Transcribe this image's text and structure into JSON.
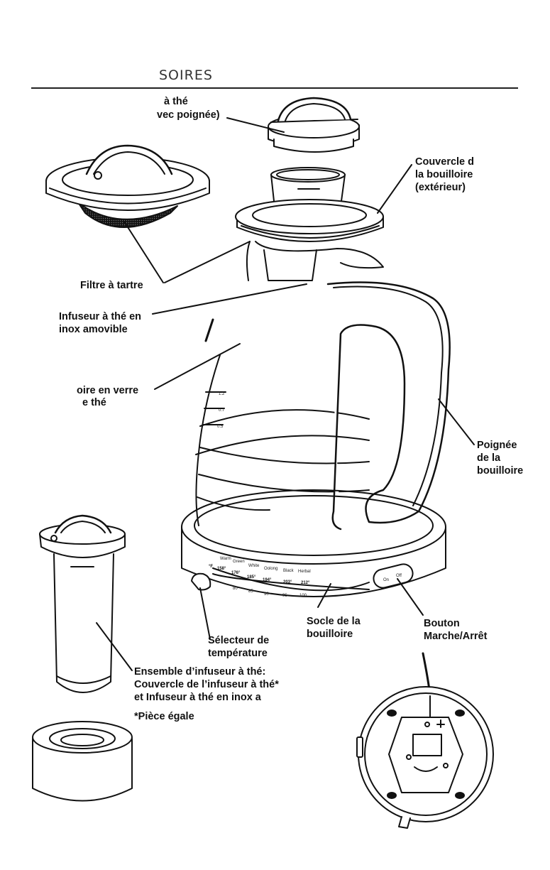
{
  "page": {
    "heading": "SOIRES"
  },
  "labels": {
    "tea_lid_1": "à thé",
    "tea_lid_2": "vec poignée)",
    "kettle_lid_1": "Couvercle d",
    "kettle_lid_2": "la bouilloire",
    "kettle_lid_3": "(extérieur)",
    "scale_filter": "Filtre à tartre",
    "infuser_1": "Infuseur à thé en",
    "infuser_2": "inox amovible",
    "glass_1": "oire en verre",
    "glass_2": "e thé",
    "handle_1": "Poignée",
    "handle_2": "de la",
    "handle_3": "bouilloire",
    "selector_1": "Sélecteur de",
    "selector_2": "température",
    "base_1": "Socle de la",
    "base_2": "bouilloire",
    "onoff_1": "Bouton",
    "onoff_2": "Marche/Arrêt",
    "assembly_1": "Ensemble d’infuseur à thé:",
    "assembly_2": "Couvercle de l’infuseur à thé*",
    "assembly_3": "et Infuseur à thé en inox a",
    "assembly_note": "*Pièce égale"
  },
  "dial": {
    "unit": "°F",
    "presets": [
      "Warm",
      "Green",
      "White",
      "Oolong",
      "Black",
      "Herbal"
    ],
    "fahrenheit": [
      "158°",
      "176°",
      "185°",
      "194°",
      "203°",
      "212°"
    ],
    "celsius": [
      "80",
      "85",
      "90",
      "95",
      "100"
    ]
  },
  "switch": {
    "on": "On",
    "off": "Off"
  },
  "gauge": [
    "1.2",
    "0.7",
    "0.5"
  ]
}
